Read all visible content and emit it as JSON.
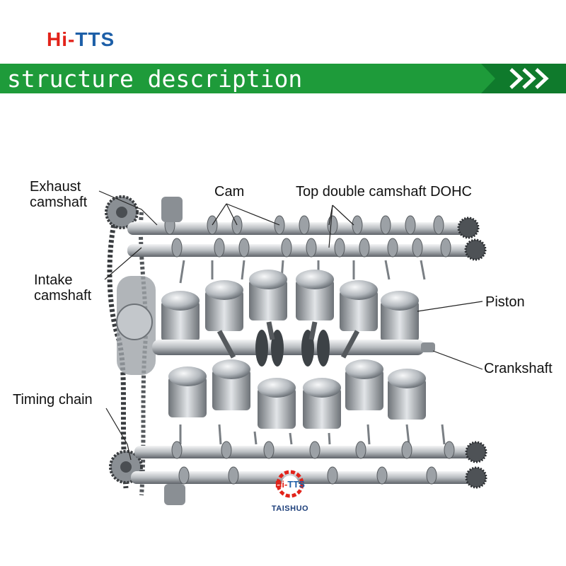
{
  "header": {
    "logo_hi": "Hi-",
    "logo_tts": "TTS",
    "banner_title": "structure description"
  },
  "labels": {
    "exhaust": [
      "Exhaust",
      "camshaft"
    ],
    "intake": [
      "Intake",
      "camshaft"
    ],
    "timing": "Timing chain",
    "cam": "Cam",
    "dohc": "Top double camshaft DOHC",
    "piston": "Piston",
    "crankshaft": "Crankshaft"
  },
  "watermark": {
    "brand": "Hi-TTS",
    "name": "TAISHUO"
  },
  "colors": {
    "banner_green": "#1e9b3a",
    "banner_dark": "#0f7a2c",
    "logo_red": "#e2231a",
    "logo_blue": "#1d5fa8",
    "metal_light": "#d9dcdf",
    "metal_dark": "#6d7277"
  }
}
